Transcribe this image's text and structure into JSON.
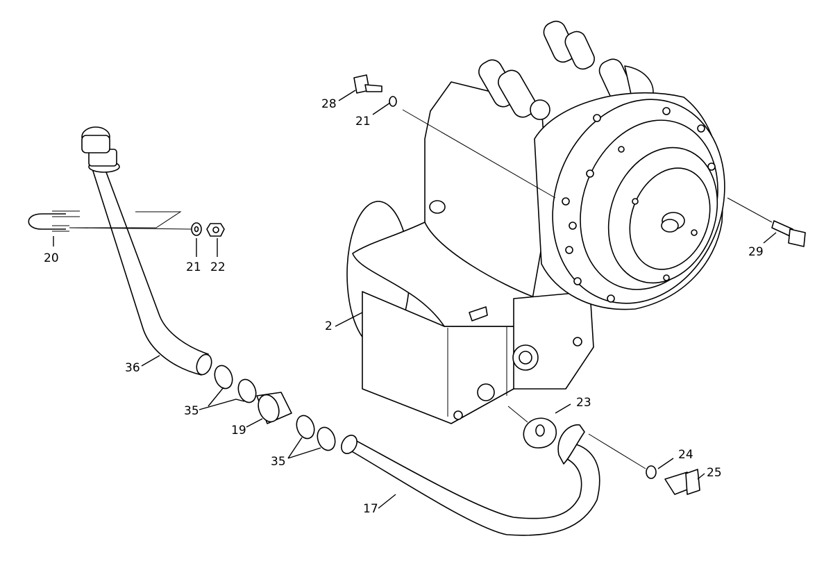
{
  "callouts": [
    {
      "id": "c28",
      "text": "28"
    },
    {
      "id": "c21a",
      "text": "21"
    },
    {
      "id": "c20",
      "text": "20"
    },
    {
      "id": "c21b",
      "text": "21"
    },
    {
      "id": "c22",
      "text": "22"
    },
    {
      "id": "c29",
      "text": "29"
    },
    {
      "id": "c2",
      "text": "2"
    },
    {
      "id": "c36",
      "text": "36"
    },
    {
      "id": "c35a",
      "text": "35"
    },
    {
      "id": "c19",
      "text": "19"
    },
    {
      "id": "c35b",
      "text": "35"
    },
    {
      "id": "c23",
      "text": "23"
    },
    {
      "id": "c24",
      "text": "24"
    },
    {
      "id": "c25",
      "text": "25"
    },
    {
      "id": "c17",
      "text": "17"
    }
  ]
}
